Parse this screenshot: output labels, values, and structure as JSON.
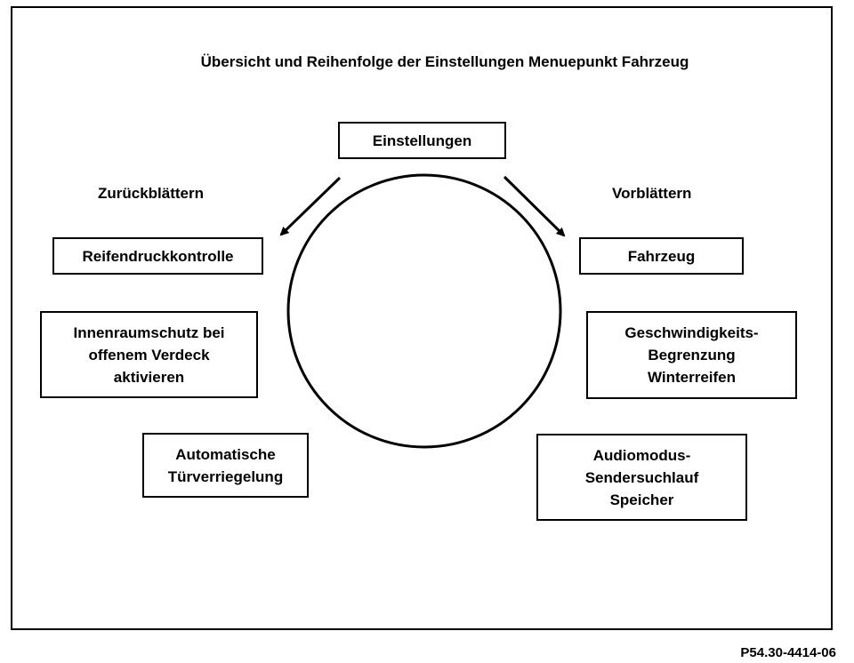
{
  "title": "Übersicht und Reihenfolge der Einstellungen Menuepunkt Fahrzeug",
  "direction_labels": {
    "backward": "Zurückblättern",
    "forward": "Vorblättern"
  },
  "nodes": {
    "top": "Einstellungen",
    "forward_1": "Fahrzeug",
    "forward_2": "Geschwindigkeits-\nBegrenzung\nWinterreifen",
    "forward_3": "Audiomodus-\nSendersuchlauf\nSpeicher",
    "backward_1": "Reifendruckkontrolle",
    "backward_2": "Innenraumschutz bei\noffenem Verdeck\naktivieren",
    "backward_3": "Automatische\nTürverriegelung"
  },
  "footer_code": "P54.30-4414-06"
}
